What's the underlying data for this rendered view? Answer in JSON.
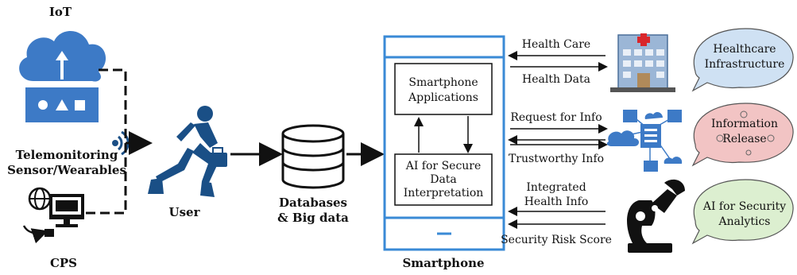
{
  "iot": {
    "label": "IoT"
  },
  "telemonitoring": {
    "line1": "Telemonitoring",
    "line2": "Sensor/Wearables"
  },
  "cps": {
    "label": "CPS"
  },
  "user": {
    "label": "User"
  },
  "databases": {
    "line1": "Databases",
    "line2": "& Big data"
  },
  "smartphone": {
    "label": "Smartphone",
    "apps": {
      "line1": "Smartphone",
      "line2": "Applications"
    },
    "ai": {
      "line1": "AI for Secure",
      "line2": "Data",
      "line3": "Interpretation"
    }
  },
  "flows": {
    "health_care": "Health Care",
    "health_data": "Health Data",
    "request_info": "Request for Info",
    "trustworthy_info": "Trustworthy Info",
    "integrated_1": "Integrated",
    "integrated_2": "Health Info",
    "security_risk": "Security Risk Score"
  },
  "bubbles": {
    "healthcare": {
      "line1": "Healthcare",
      "line2": "Infrastructure",
      "fill": "#cfe1f3"
    },
    "information": {
      "line1": "Information",
      "line2": "Release",
      "fill": "#f2c4c4"
    },
    "security": {
      "line1": "AI for Security",
      "line2": "Analytics",
      "fill": "#dcefd0"
    }
  },
  "colors": {
    "blue_icon": "#2f6db5",
    "dark_blue": "#1a4f86",
    "phone_outline": "#3a8ad6"
  }
}
